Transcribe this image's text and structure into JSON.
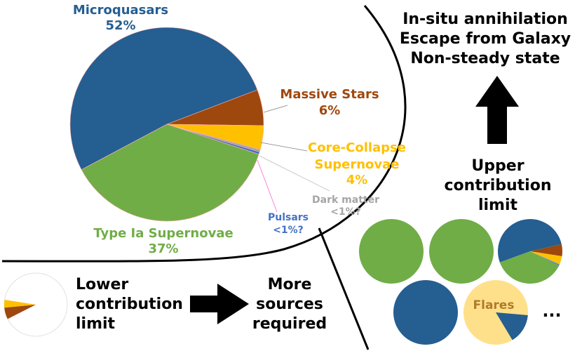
{
  "main_pie": {
    "slices": [
      {
        "name": "Microquasars",
        "label": "Microquasars",
        "percent_label": "52%",
        "fraction": 0.52,
        "color": "#255e91"
      },
      {
        "name": "Massive Stars",
        "label": "Massive Stars",
        "percent_label": "6%",
        "fraction": 0.06,
        "color": "#9e480e"
      },
      {
        "name": "Core-Collapse Supernovae",
        "label_lines": [
          "Core-Collapse",
          "Supernovae"
        ],
        "percent_label": "4%",
        "fraction": 0.04,
        "color": "#ffc000"
      },
      {
        "name": "Dark matter",
        "label": "Dark matter",
        "percent_label": "<1%?",
        "fraction": 0.004,
        "color": "#a5a5a5"
      },
      {
        "name": "Pulsars",
        "label": "Pulsars",
        "percent_label": "<1%?",
        "fraction": 0.004,
        "color": "#4472c4"
      },
      {
        "name": "Type Ia Supernovae",
        "label": "Type Ia Supernovae",
        "percent_label": "37%",
        "fraction": 0.372,
        "color": "#70ad47"
      }
    ]
  },
  "top_right": {
    "lines": [
      "In-situ annihilation",
      "Escape from Galaxy",
      "Non-steady state"
    ]
  },
  "upper_limit": {
    "lines": [
      "Upper",
      "contribution",
      "limit"
    ]
  },
  "lower_limit": {
    "lines": [
      "Lower",
      "contribution",
      "limit"
    ]
  },
  "more_sources": {
    "lines": [
      "More",
      "sources",
      "required"
    ]
  },
  "small_pies": {
    "flares_label": "Flares",
    "ellipsis": "...",
    "flares_fill": "#ffe08a",
    "flares_slice_fraction": 0.15
  },
  "colors": {
    "text_dark": "#000000",
    "dark_matter_text": "#a5a5a5",
    "flares_text": "#b07a2a"
  }
}
